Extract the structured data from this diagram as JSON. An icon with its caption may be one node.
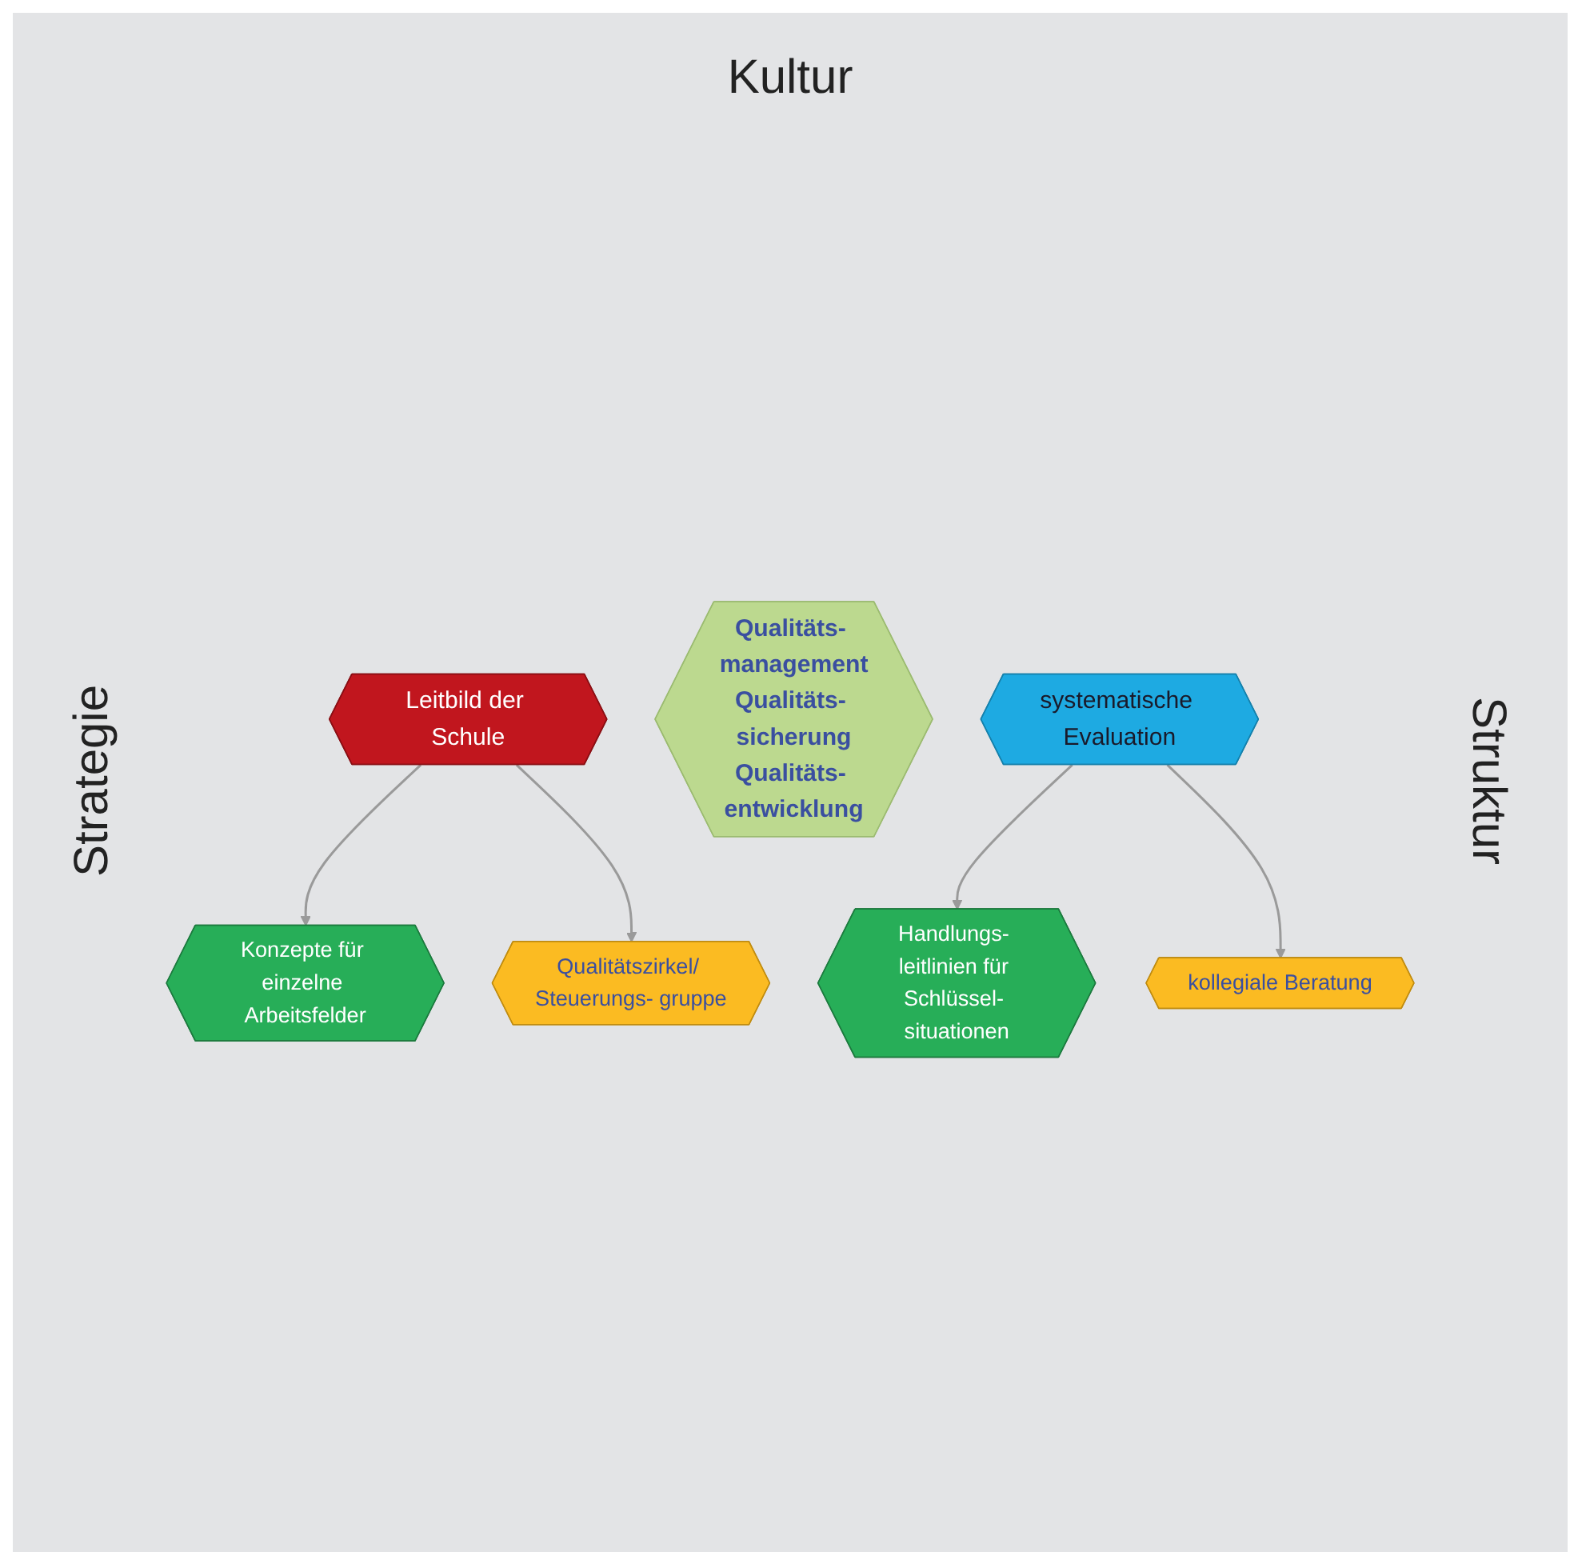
{
  "diagram": {
    "nodes": [
      {
        "text": [
          "Leitbild der Schule"
        ]
      },
      {
        "text": [
          "Konzepte für einzelne Arbeitsfelder"
        ]
      },
      {
        "text": [
          "Qualitätszirkel/ Steuerungs- gruppe"
        ]
      },
      {
        "text": [
          "Qualitäts- management",
          "Qualitäts- sicherung",
          "Qualitäts- entwicklung"
        ]
      },
      {
        "text": [
          "Handlungs- leitlinien für Schlüssel- situationen"
        ]
      },
      {
        "text": [
          "kollegiale Beratung"
        ]
      },
      {
        "text": [
          "systematische Evaluation"
        ]
      }
    ],
    "edges": [
      {
        "from": 0,
        "to": 1,
        "arrow": "to"
      },
      {
        "from": 0,
        "to": 2,
        "arrow": "to"
      },
      {
        "from": 6,
        "to": 4,
        "arrow": "to"
      },
      {
        "from": 6,
        "to": 5,
        "arrow": "to"
      }
    ],
    "labels": [
      "Kultur",
      "Strategie",
      "Struktur"
    ]
  }
}
